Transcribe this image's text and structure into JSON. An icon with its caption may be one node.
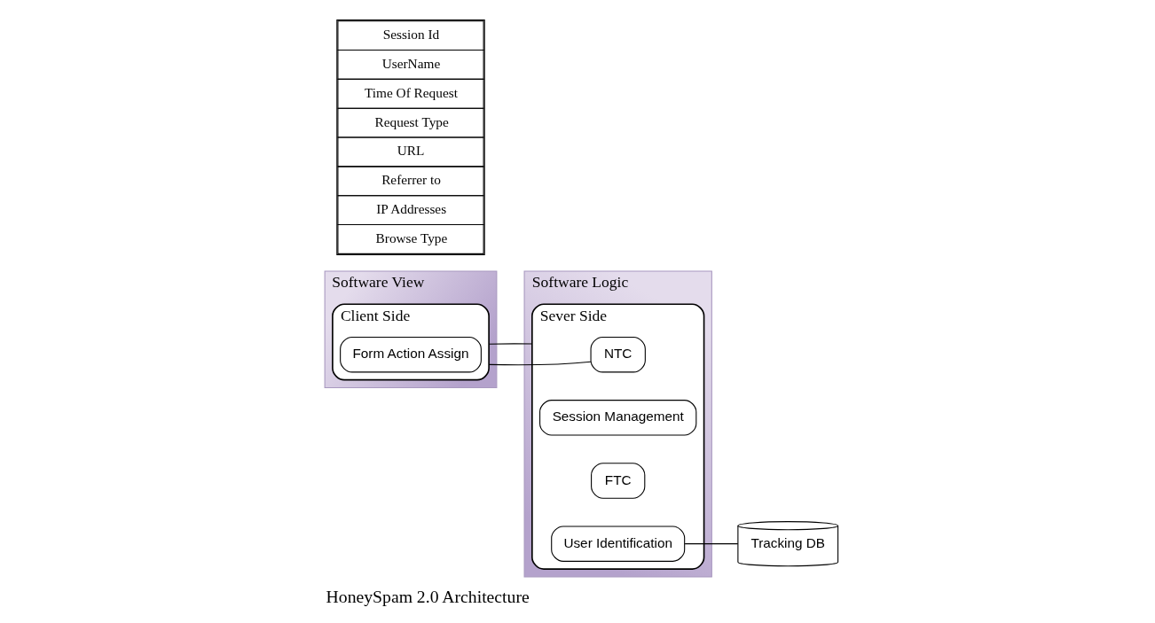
{
  "diagram": {
    "caption": "HoneySpam 2.0 Architecture",
    "nodes": [
      {
        "text": [
          "Software View"
        ]
      },
      {
        "text": [
          "Client Side"
        ],
        "in": 0
      },
      {
        "text": [
          "Form Action Assign"
        ],
        "in": 1
      },
      {
        "text": [
          "Software Logic"
        ]
      },
      {
        "text": [
          "Sever Side"
        ],
        "in": 3
      },
      {
        "text": [
          "NTC"
        ],
        "in": 4
      },
      {
        "text": [
          "Session Management"
        ],
        "in": 4
      },
      {
        "text": [
          "FTC"
        ],
        "in": 4
      },
      {
        "text": [
          "User Identification"
        ],
        "in": 4
      },
      {
        "text": [
          "Tracking DB"
        ]
      }
    ],
    "edges": [
      {
        "from": 1,
        "to": 5,
        "arrow": "none"
      },
      {
        "from": 1,
        "to": 4,
        "arrow": "none"
      },
      {
        "from": 8,
        "to": 9,
        "arrow": "none"
      }
    ],
    "labels": [
      "Session Id",
      "UserName",
      "Time Of Request",
      "Request Type",
      "URL",
      "Referrer to",
      "IP Addresses",
      "Browse Type"
    ]
  }
}
